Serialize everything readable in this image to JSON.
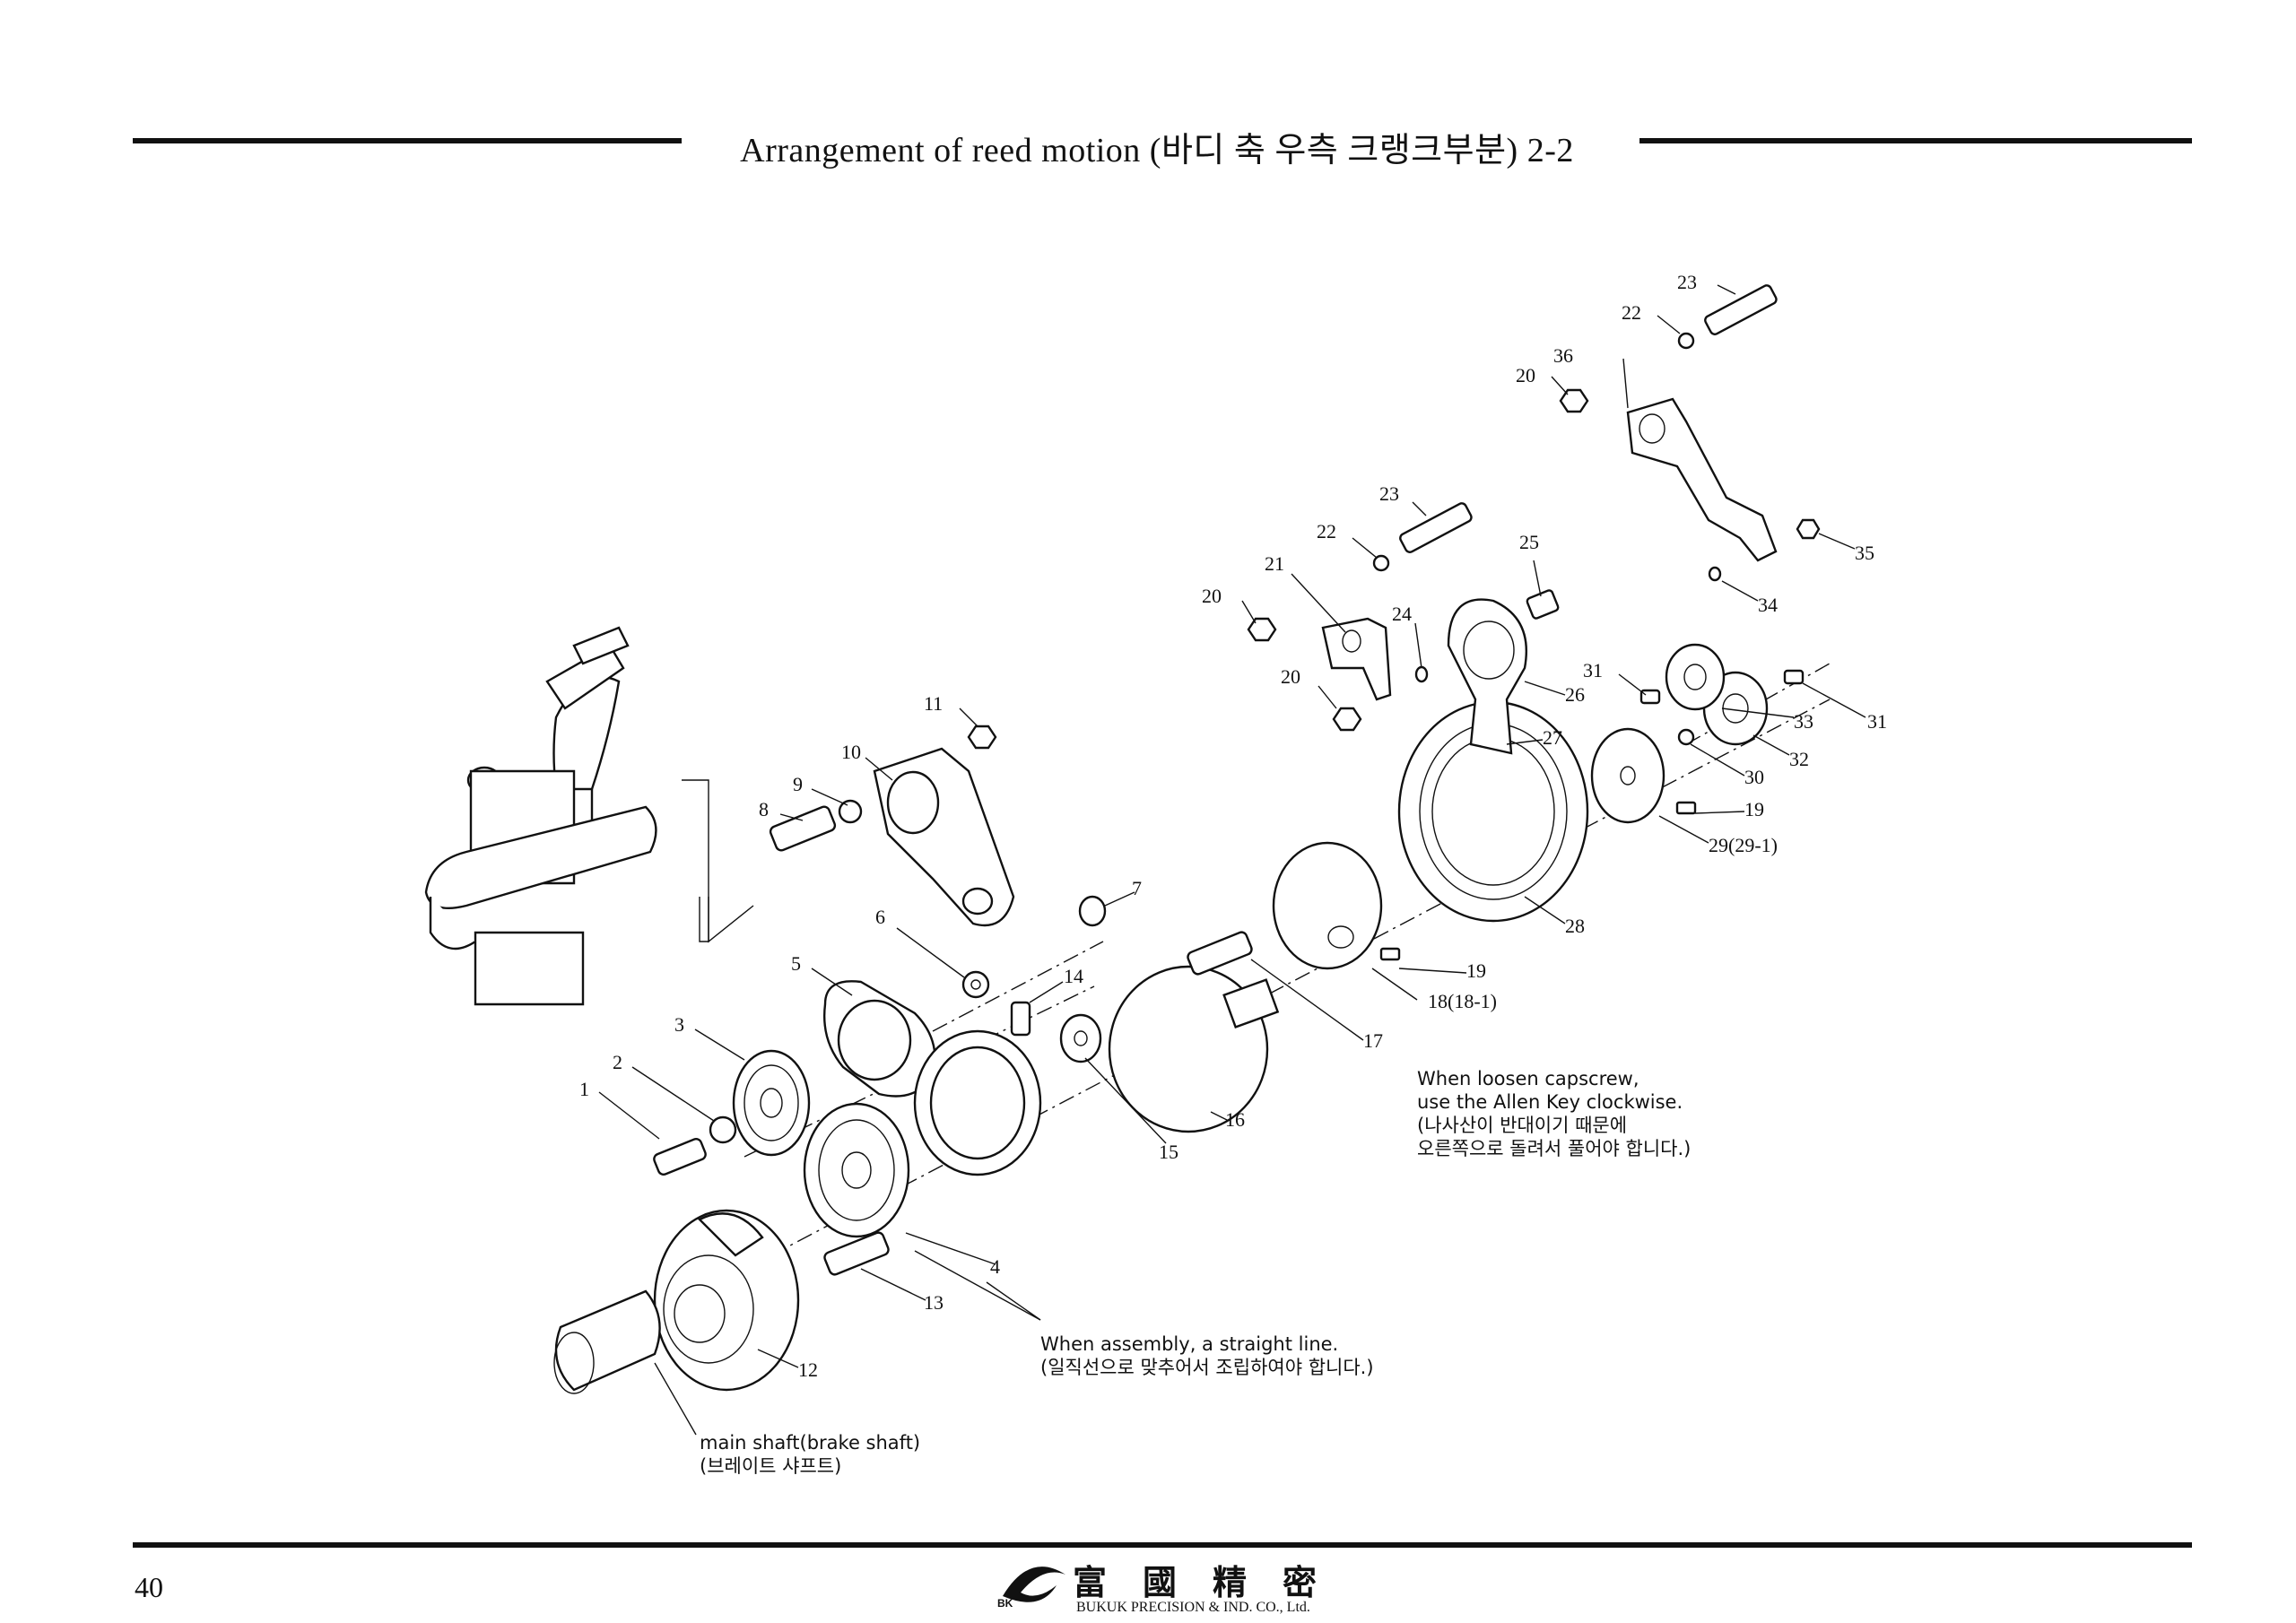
{
  "header": {
    "title": "Arrangement of reed motion (바디 축 우측 크랭크부분) 2-2"
  },
  "footer": {
    "page_number": "40",
    "logo_chinese": "富國精密",
    "logo_english": "BUKUK PRECISION & IND. CO., Ltd.",
    "logo_mark": "BK"
  },
  "notes": {
    "allen_key": [
      "When loosen capscrew,",
      "use the Allen Key clockwise.",
      "(나사산이 반대이기 때문에",
      "오른쪽으로 돌려서 풀어야 합니다.)"
    ],
    "straight_line": [
      "When assembly, a straight line.",
      "(일직선으로 맞추어서 조립하여야 합니다.)"
    ],
    "main_shaft": [
      "main shaft(brake shaft)",
      "(브레이트 샤프트)"
    ]
  },
  "callouts": [
    "1",
    "2",
    "3",
    "4",
    "5",
    "6",
    "7",
    "8",
    "9",
    "10",
    "11",
    "12",
    "13",
    "14",
    "15",
    "16",
    "17",
    "18(18-1)",
    "19",
    "19",
    "20",
    "20",
    "20",
    "21",
    "22",
    "22",
    "23",
    "23",
    "24",
    "25",
    "26",
    "27",
    "28",
    "29(29-1)",
    "30",
    "31",
    "31",
    "32",
    "33",
    "34",
    "35",
    "36"
  ]
}
